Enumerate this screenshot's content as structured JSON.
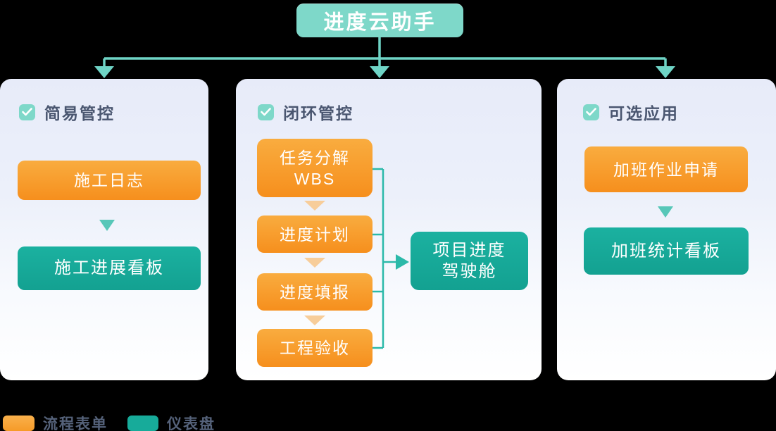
{
  "title": "进度云助手",
  "panels": {
    "simple": {
      "header": "简易管控",
      "nodes": {
        "log": "施工日志",
        "board": "施工进展看板"
      }
    },
    "closed_loop": {
      "header": "闭环管控",
      "steps": {
        "wbs_line1": "任务分解",
        "wbs_line2": "WBS",
        "plan": "进度计划",
        "report": "进度填报",
        "acceptance": "工程验收"
      },
      "output": {
        "line1": "项目进度",
        "line2": "驾驶舱"
      }
    },
    "optional": {
      "header": "可选应用",
      "nodes": {
        "apply": "加班作业申请",
        "board": "加班统计看板"
      }
    }
  },
  "legend": {
    "form": {
      "label": "流程表单",
      "color": "#F6A32F"
    },
    "dashboard": {
      "label": "仪表盘",
      "color": "#17AB9A"
    }
  },
  "colors": {
    "mint": "#7ED8C9",
    "branch_line": "#6FD4C6",
    "connector": "#2BB9A9",
    "orange_top": "#F9AC3F",
    "orange_bottom": "#F68F1D",
    "teal_button": "#17AB9A",
    "header_text": "#4A5670"
  }
}
